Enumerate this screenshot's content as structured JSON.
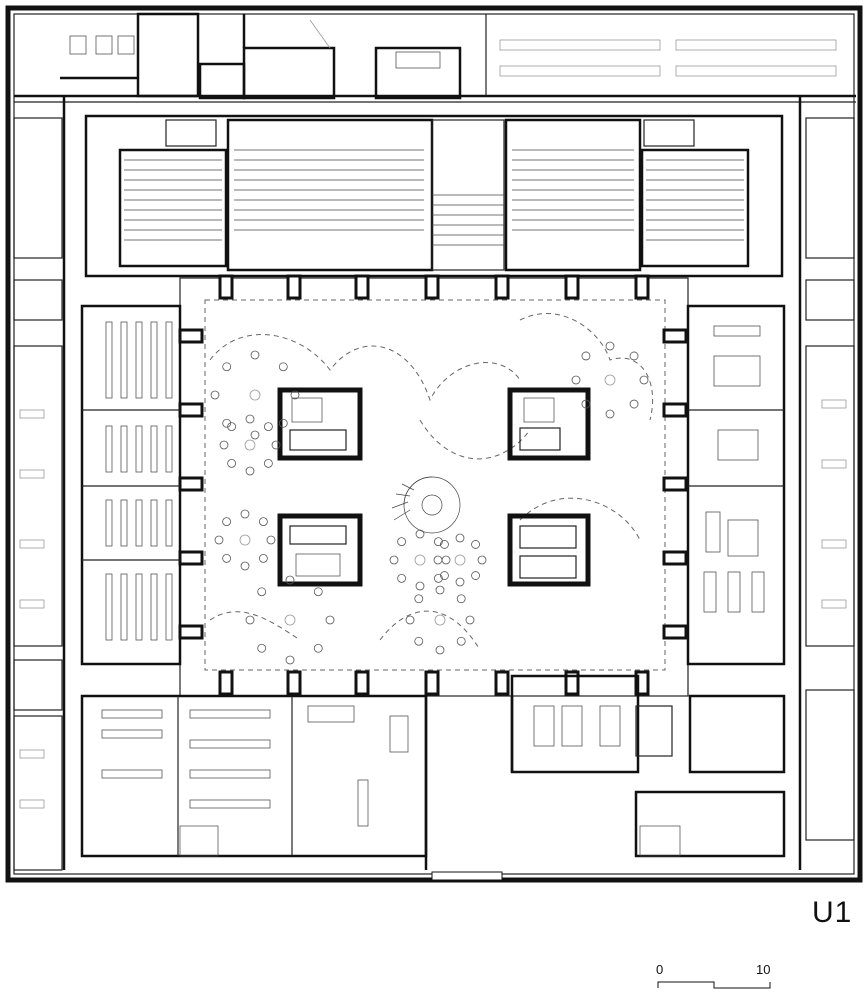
{
  "level_label": "U1",
  "scale_bar": {
    "start_label": "0",
    "end_label": "10"
  }
}
